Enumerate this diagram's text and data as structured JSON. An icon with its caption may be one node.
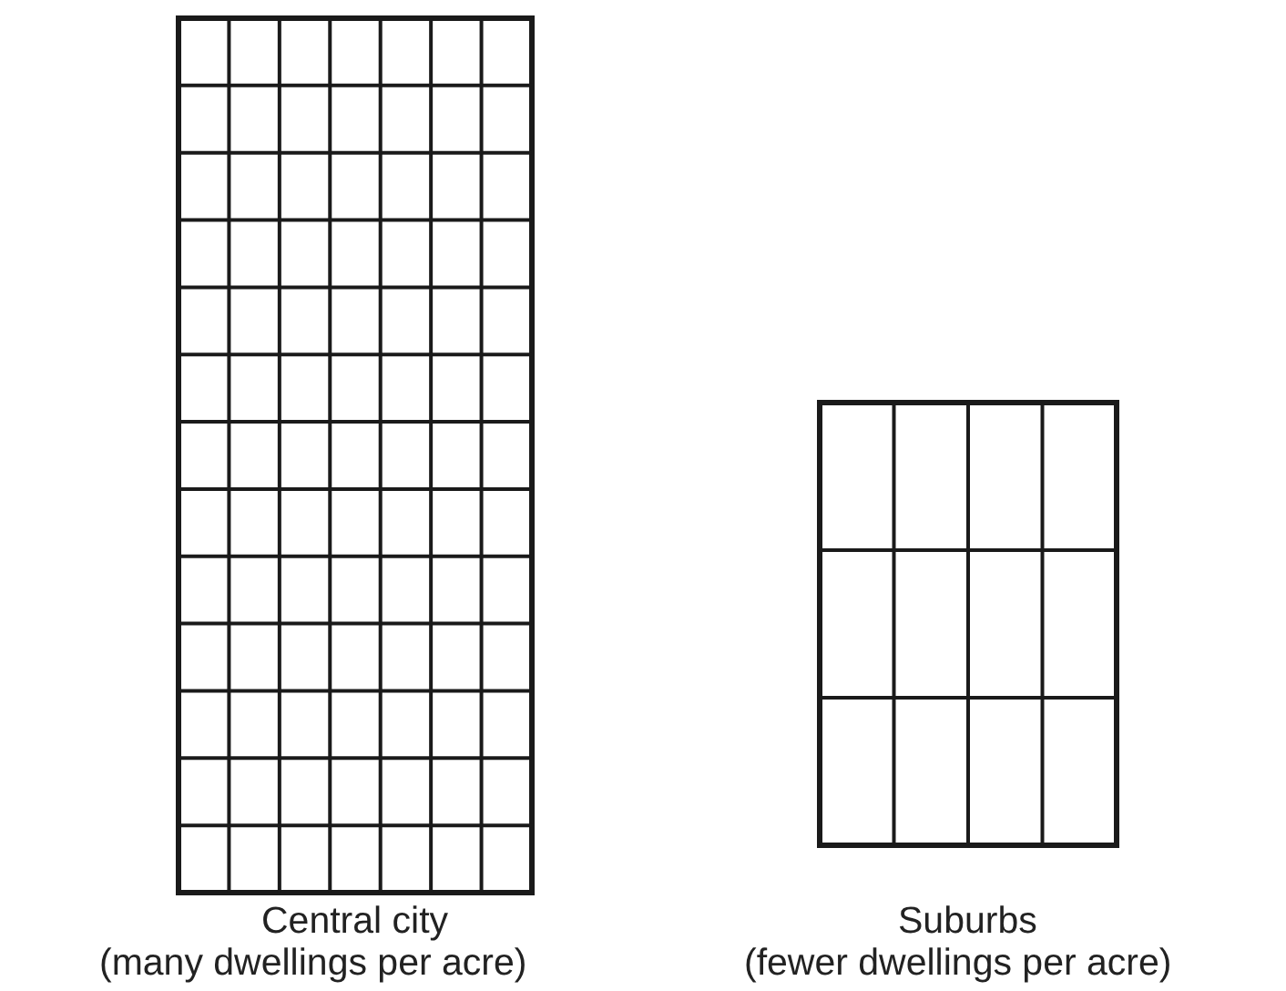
{
  "diagram": {
    "labels": [
      "Central city",
      "(many dwellings per acre)",
      "Suburbs",
      "(fewer dwellings per acre)"
    ]
  }
}
